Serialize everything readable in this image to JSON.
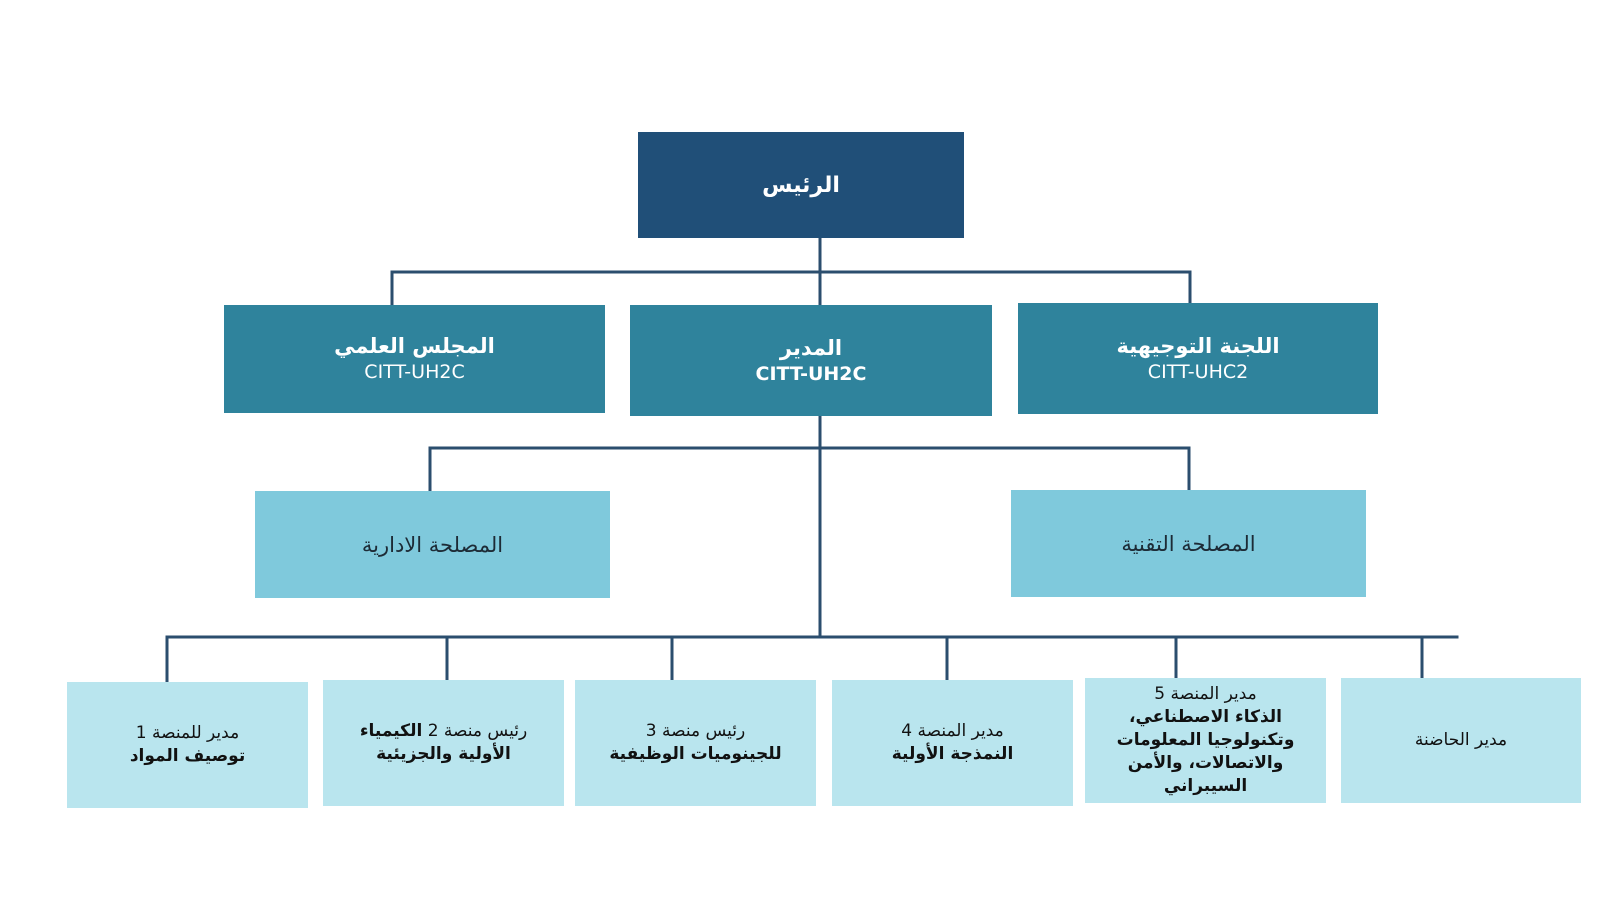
{
  "colors": {
    "line": "#2b4e6e",
    "level0": "#204f78",
    "level1": "#2f839c",
    "level2": "#7fc9dc",
    "level3": "#b9e5ee"
  },
  "president": {
    "title": "الرئيس"
  },
  "steering_committee": {
    "title": "اللجنة التوجيهية",
    "code": "CITT-UHC2"
  },
  "director": {
    "title": "المدير",
    "code": "CITT-UH2C"
  },
  "scientific_council": {
    "title": "المجلس العلمي",
    "code": "CITT-UH2C"
  },
  "technical_service": {
    "title": "المصلحة التقنية"
  },
  "administrative_service": {
    "title": "المصلحة الادارية"
  },
  "incubator_manager": {
    "title": "مدير الحاضنة"
  },
  "platform5": {
    "role": "مدير المنصة 5",
    "name_lines": [
      "الذكاء الاصطناعي،",
      "وتكنولوجيا المعلومات",
      "والاتصالات، والأمن",
      "السيبراني"
    ]
  },
  "platform4": {
    "role": "مدير المنصة 4",
    "name": "النمذجة الأولية"
  },
  "platform3": {
    "role": "رئيس منصة 3",
    "name": "للجينوميات الوظيفية"
  },
  "platform2": {
    "role": "رئيس منصة 2",
    "name_part1": "الكيمياء",
    "name_part2": "الأولية والجزيئية"
  },
  "platform1": {
    "role": "مدير للمنصة 1",
    "name": "توصيف المواد"
  }
}
